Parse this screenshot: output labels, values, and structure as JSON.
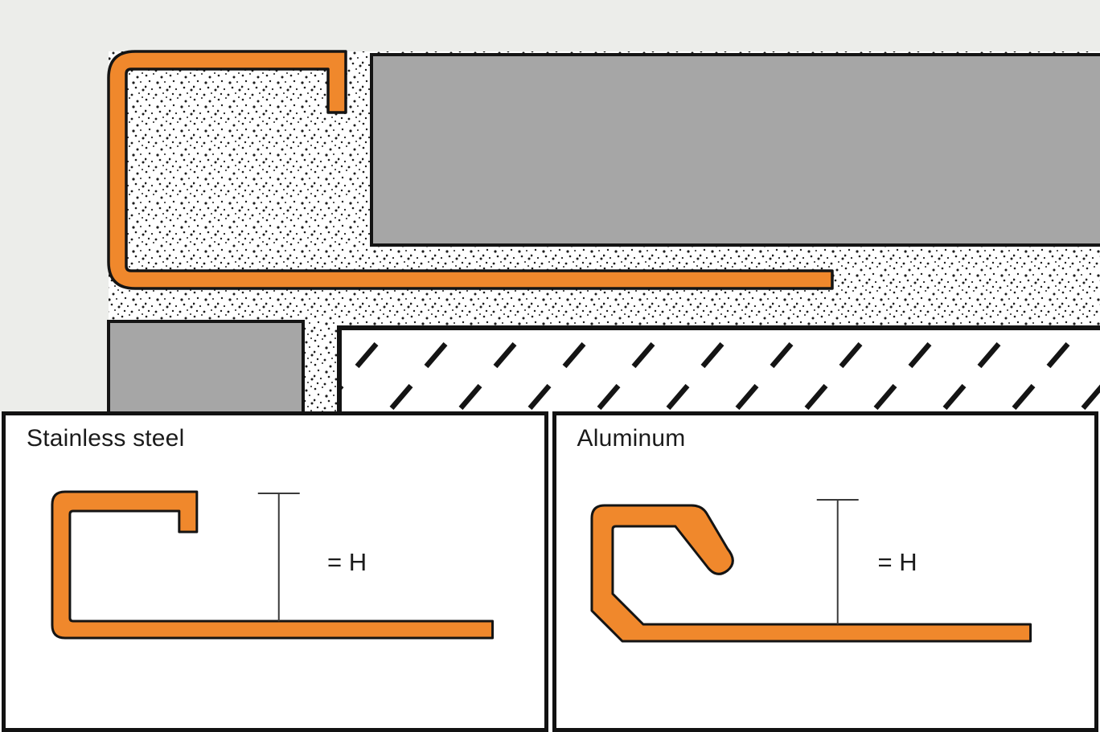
{
  "colors": {
    "profile_orange": "#F0882C",
    "tile_gray": "#A6A6A6",
    "background": "#ECEDEA",
    "outline_black": "#141414",
    "mortar_white": "#FFFFFF"
  },
  "cross_section": {
    "visible_elements": [
      "edge-profile",
      "mortar-bed",
      "upper-tile",
      "lower-tile",
      "hatched-substrate"
    ]
  },
  "panels": [
    {
      "id": "stainless-steel",
      "title": "Stainless steel",
      "height_label": "= H"
    },
    {
      "id": "aluminum",
      "title": "Aluminum",
      "height_label": "= H"
    }
  ]
}
